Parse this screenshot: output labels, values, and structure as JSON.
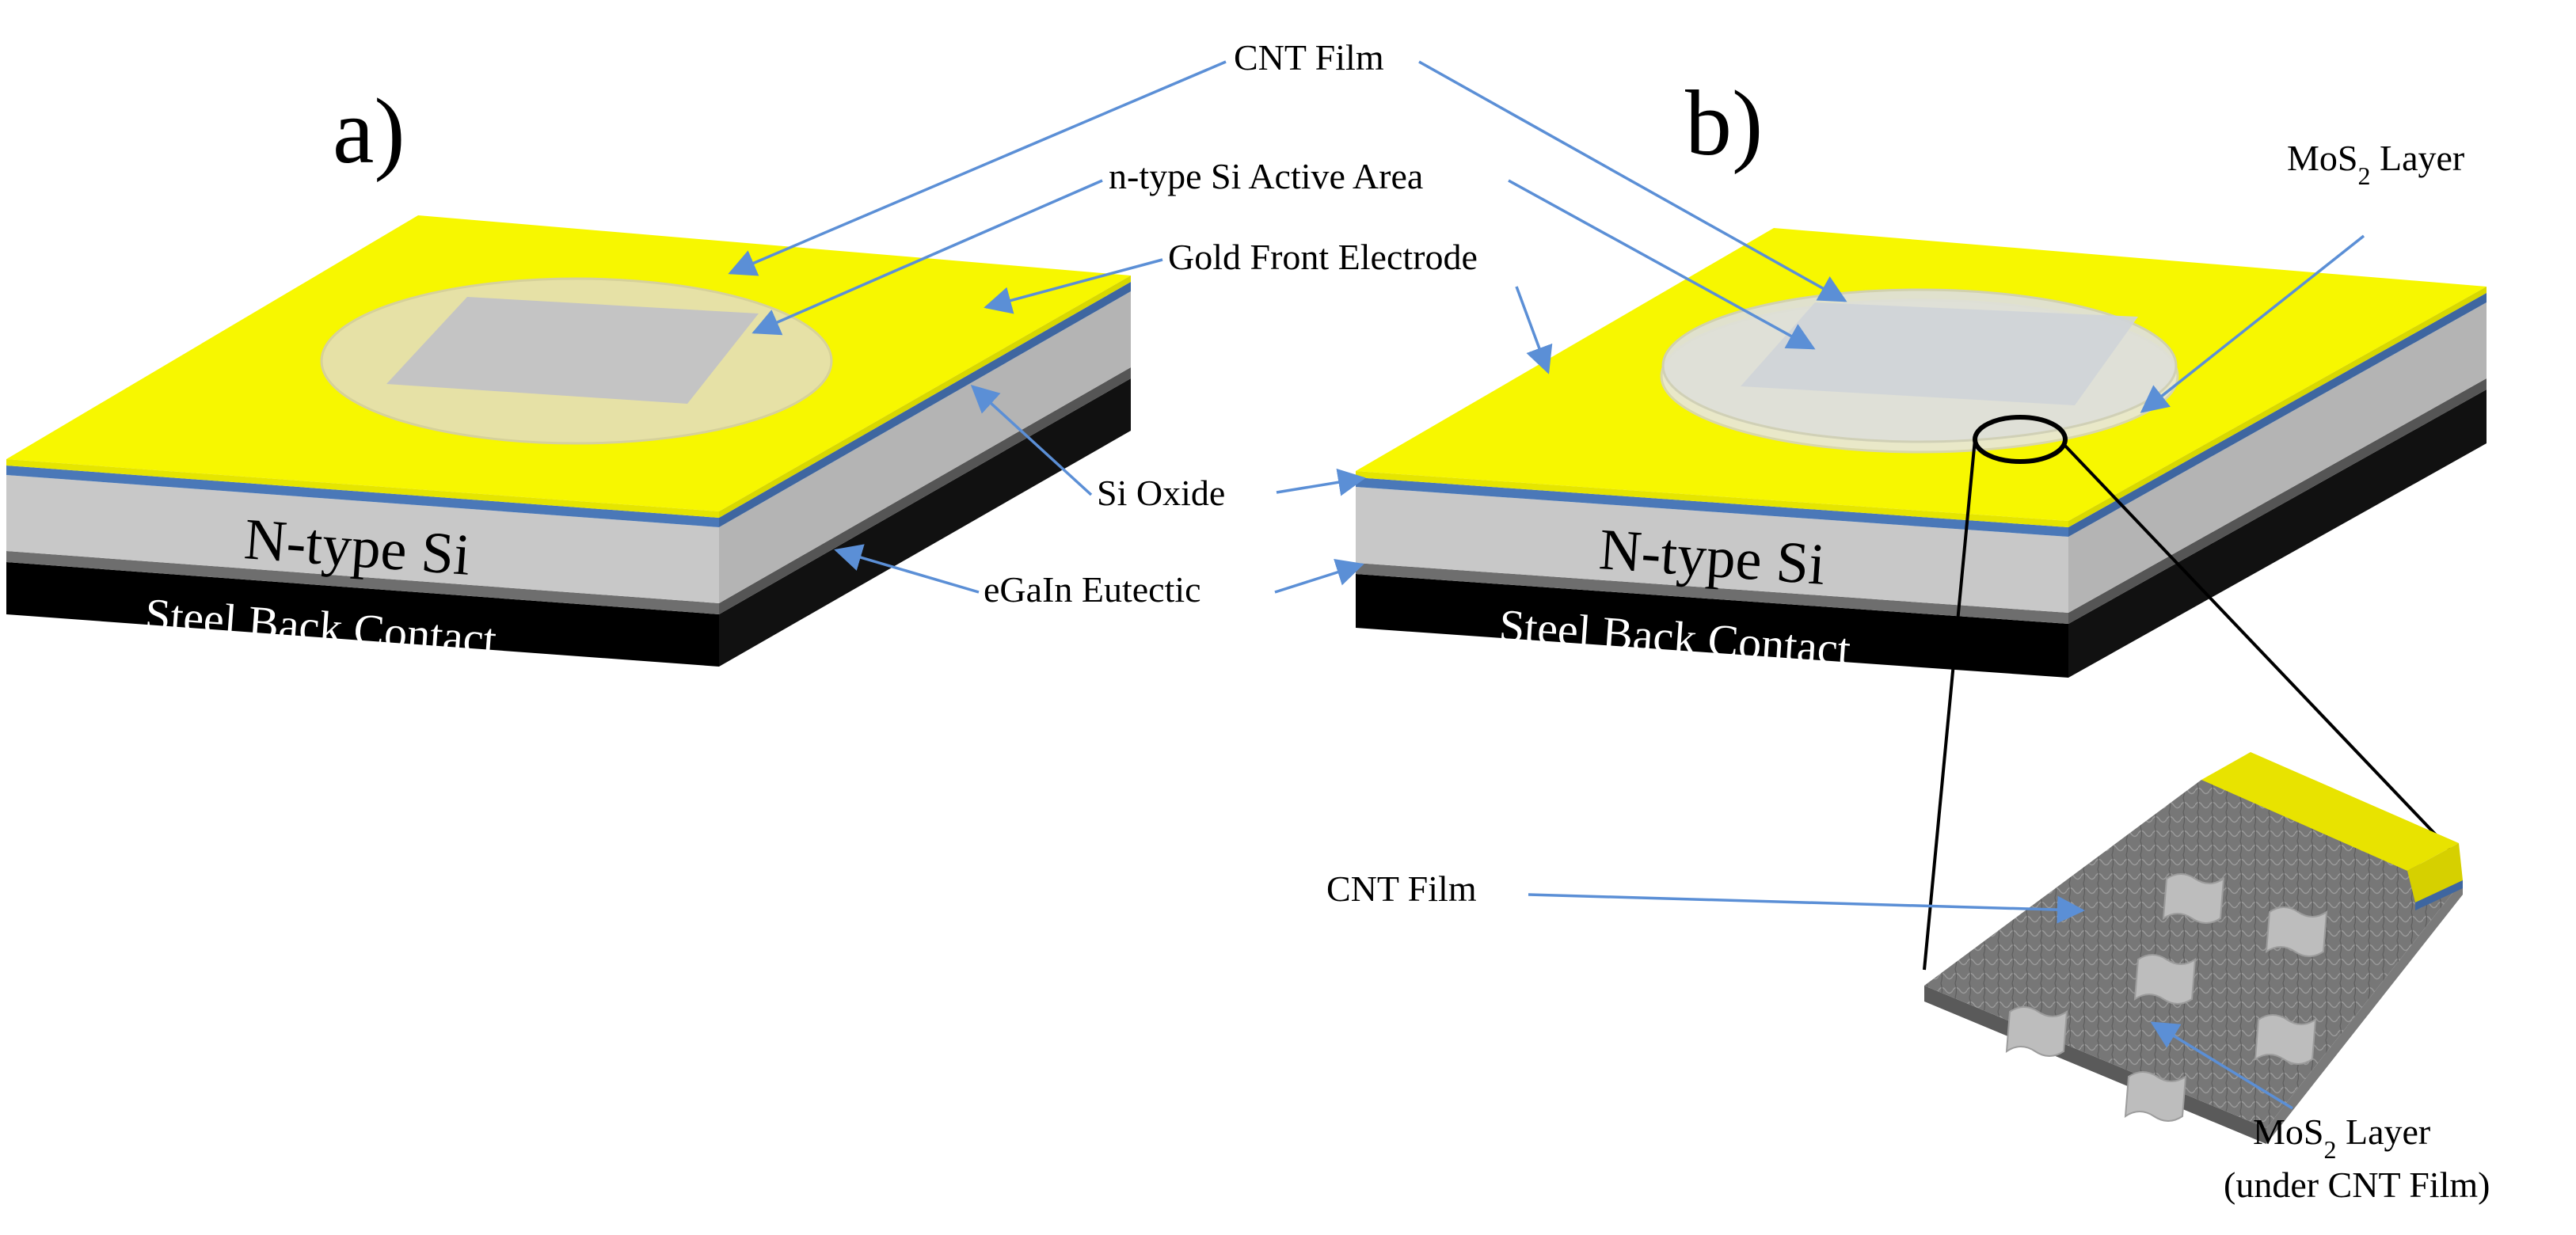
{
  "panels": {
    "a": "a)",
    "b": "b)"
  },
  "labels": {
    "cnt_film_top": "CNT Film",
    "active_area": "n-type Si Active Area",
    "gold_electrode": "Gold Front Electrode",
    "mos2_layer_main": "MoS",
    "mos2_layer_main_sub": "2",
    "mos2_layer_main_suffix": " Layer",
    "si_oxide": "Si Oxide",
    "egain": "eGaIn Eutectic",
    "cnt_film_inset": "CNT Film",
    "mos2_inset_line1": "MoS",
    "mos2_inset_line1_sub": "2",
    "mos2_inset_line1_suffix": " Layer",
    "mos2_inset_line2": "(under CNT Film)"
  },
  "device_a": {
    "substrate_label": "N-type Si",
    "back_label": "Steel Back Contact"
  },
  "device_b": {
    "substrate_label": "N-type Si",
    "back_label": "Steel Back Contact"
  },
  "colors": {
    "gold": "#f7f700",
    "oxide_blue": "#4a78b8",
    "silicon_gray": "#c8c8c8",
    "egain_gray": "#6e6e6e",
    "steel_black": "#000000",
    "arrow_blue": "#5b8fd6"
  }
}
